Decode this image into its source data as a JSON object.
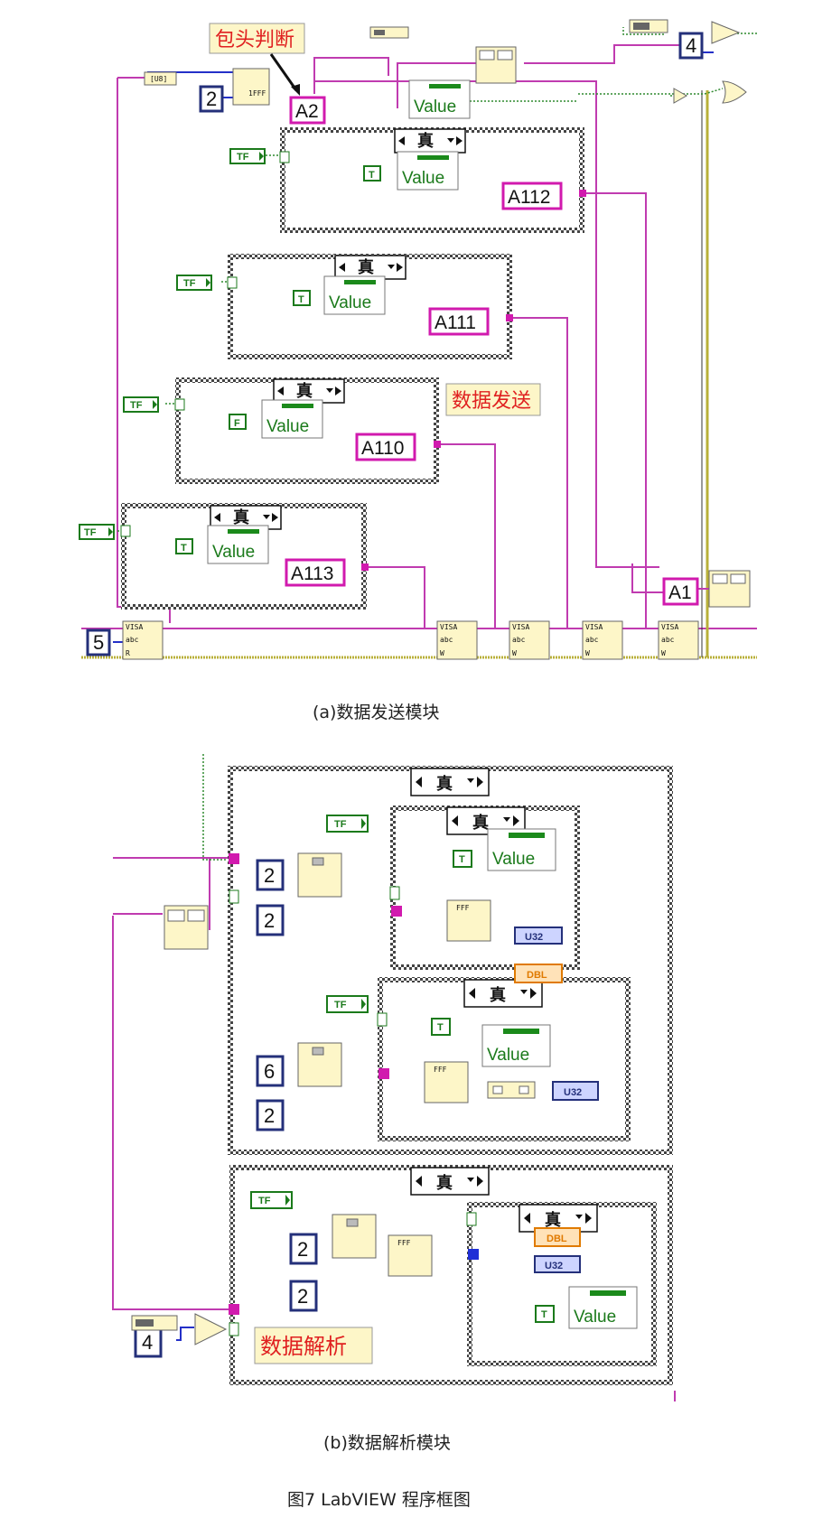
{
  "part_a": {
    "caption": "(a)数据发送模块",
    "annot_header": "包头判断",
    "annot_send": "数据发送",
    "str_consts": [
      "A2",
      "A112",
      "A111",
      "A110",
      "A113",
      "A1"
    ],
    "num_consts": [
      "2",
      "4",
      "5"
    ],
    "case_selectors": [
      "真",
      "真",
      "真",
      "真"
    ],
    "bool_consts": [
      "T",
      "T",
      "F",
      "T"
    ],
    "tf_label": "TF",
    "value_label": "Value",
    "visa_label": "VISA",
    "visa_abc": "abc",
    "visa_read": "R",
    "visa_write": "W",
    "scan_label": "1FFF",
    "u8_label": "[U8]"
  },
  "part_b": {
    "caption": "(b)数据解析模块",
    "annot_parse": "数据解析",
    "num_consts": [
      "2",
      "2",
      "6",
      "2",
      "2",
      "2",
      "4"
    ],
    "case_selectors": [
      "真",
      "真",
      "真",
      "真",
      "真"
    ],
    "bool_consts": [
      "T",
      "T",
      "T"
    ],
    "tf_label": "TF",
    "value_label": "Value",
    "u32_label": "U32",
    "dbl_label": "DBL",
    "fff_label": "FFF"
  },
  "figure_caption": "图7  LabVIEW 程序框图"
}
